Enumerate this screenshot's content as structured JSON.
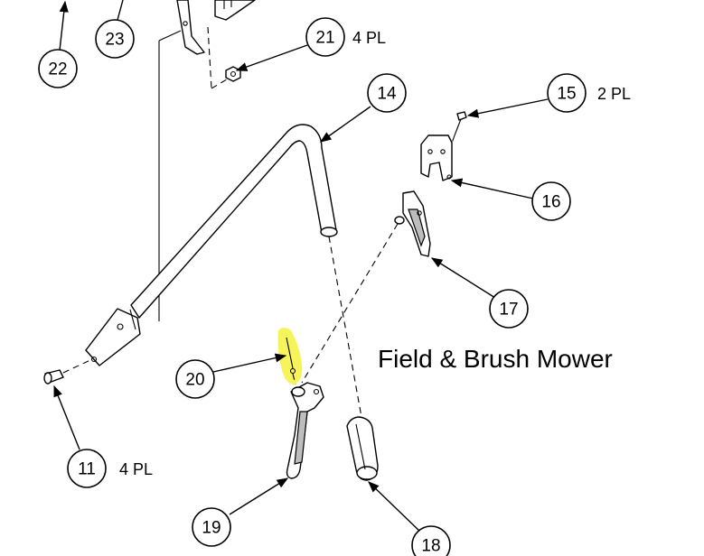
{
  "diagram_title": "Field & Brush Mower",
  "highlight_color": "#f7f35a",
  "callouts": {
    "c22": {
      "number": "22",
      "qty": ""
    },
    "c23": {
      "number": "23",
      "qty": ""
    },
    "c21": {
      "number": "21",
      "qty": "4 PL"
    },
    "c14": {
      "number": "14",
      "qty": ""
    },
    "c15": {
      "number": "15",
      "qty": "2 PL"
    },
    "c16": {
      "number": "16",
      "qty": ""
    },
    "c17": {
      "number": "17",
      "qty": ""
    },
    "c20": {
      "number": "20",
      "qty": ""
    },
    "c11": {
      "number": "11",
      "qty": "4 PL"
    },
    "c19": {
      "number": "19",
      "qty": ""
    },
    "c18": {
      "number": "18",
      "qty": ""
    }
  }
}
